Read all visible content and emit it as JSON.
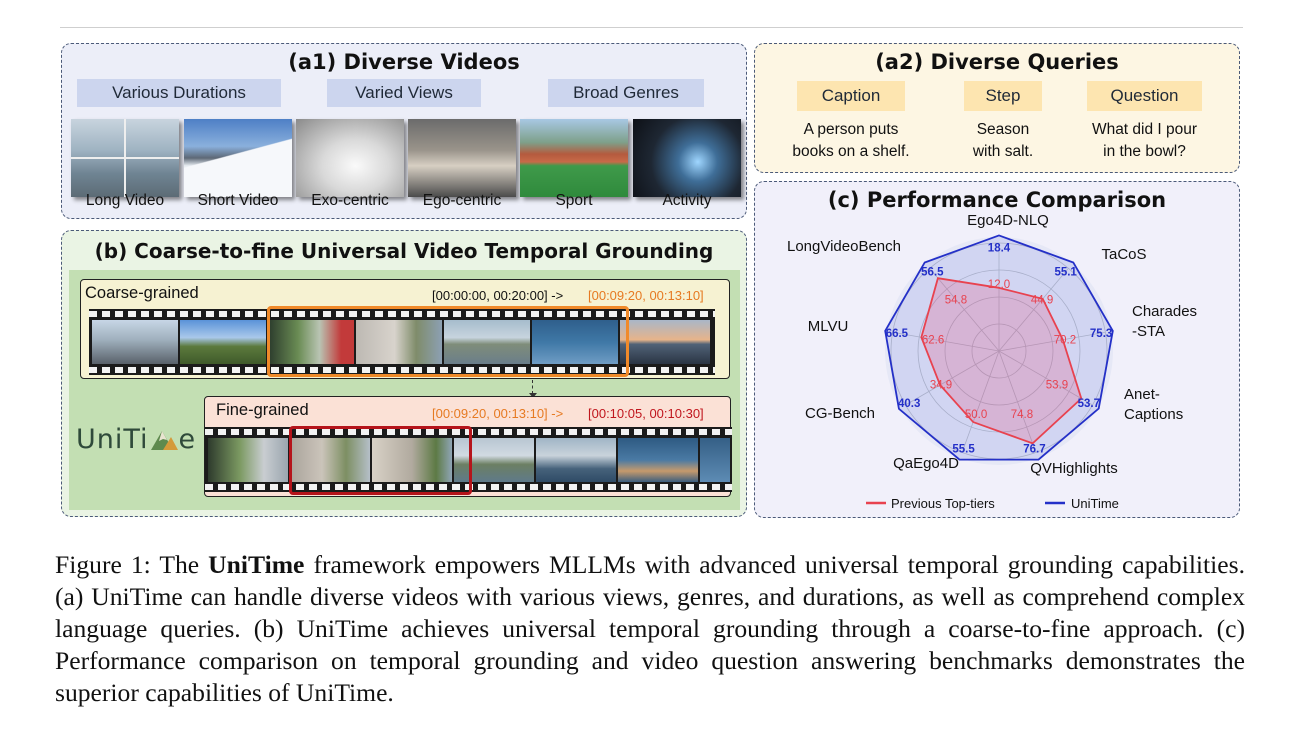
{
  "a1": {
    "title": "(a1) Diverse Videos",
    "categories": [
      "Various  Durations",
      "Varied Views",
      "Broad Genres"
    ],
    "thumbs": [
      "Long Video",
      "Short Video",
      "Exo-centric",
      "Ego-centric",
      "Sport",
      "Activity"
    ]
  },
  "a2": {
    "title": "(a2) Diverse Queries",
    "queries": [
      {
        "type": "Caption",
        "line1": "A person puts",
        "line2": "books on a shelf."
      },
      {
        "type": "Step",
        "line1": "Season",
        "line2": "with salt."
      },
      {
        "type": "Question",
        "line1": "What did I pour",
        "line2": "in the bowl?"
      }
    ]
  },
  "b": {
    "title": "(b) Coarse-to-fine Universal Video Temporal Grounding",
    "coarse_label": "Coarse-grained",
    "coarse_input": "[00:00:00, 00:20:00] ->",
    "coarse_output": "[00:09:20, 00:13:10]",
    "fine_label": "Fine-grained",
    "fine_input": "[00:09:20, 00:13:10] ->",
    "fine_output": "[00:10:05, 00:10:30]",
    "logo_text_1": "UniTi",
    "logo_text_2": "e"
  },
  "c": {
    "title": "(c) Performance Comparison",
    "legend": [
      "Previous Top-tiers",
      "UniTime"
    ],
    "colors": {
      "previous": "#e8424f",
      "unitime": "#2430c8"
    },
    "chart_data": {
      "type": "radar",
      "axes": [
        "Ego4D-NLQ",
        "TaCoS",
        "Charades-STA",
        "Anet-Captions",
        "QVHighlights",
        "QaEgo4D",
        "CG-Bench",
        "MLVU",
        "LongVideoBench"
      ],
      "axis_label_lines": [
        [
          "Ego4D-NLQ"
        ],
        [
          "TaCoS"
        ],
        [
          "Charades",
          "-STA"
        ],
        [
          "Anet-",
          "Captions"
        ],
        [
          "QVHighlights"
        ],
        [
          "QaEgo4D"
        ],
        [
          "CG-Bench"
        ],
        [
          "MLVU"
        ],
        [
          "LongVideoBench"
        ]
      ],
      "series": [
        {
          "name": "Previous Top-tiers",
          "values": [
            12.0,
            44.9,
            70.2,
            53.9,
            74.8,
            50.0,
            34.9,
            62.6,
            54.8
          ],
          "value_labels": [
            "12.0",
            "44.9",
            "70.2",
            "53.9",
            "74.8",
            "50.0",
            "34.9",
            "62.6",
            "54.8"
          ]
        },
        {
          "name": "UniTime",
          "values": [
            18.4,
            55.1,
            75.3,
            53.7,
            76.7,
            55.5,
            40.3,
            66.5,
            56.5
          ],
          "value_labels": [
            "18.4",
            "55.1",
            "75.3",
            "53.7",
            "76.7",
            "55.5",
            "40.3",
            "66.5",
            "56.5"
          ]
        }
      ]
    }
  },
  "caption": {
    "prefix": "Figure 1: The ",
    "bold": "UniTime",
    "rest": " framework empowers MLLMs with advanced universal temporal grounding capabilities. (a) UniTime can handle diverse videos with various views, genres, and durations, as well as comprehend complex language queries. (b) UniTime achieves universal temporal grounding through a coarse-to-fine approach. (c) Performance comparison on temporal grounding and video question answering benchmarks demonstrates the superior capabilities of UniTime."
  }
}
